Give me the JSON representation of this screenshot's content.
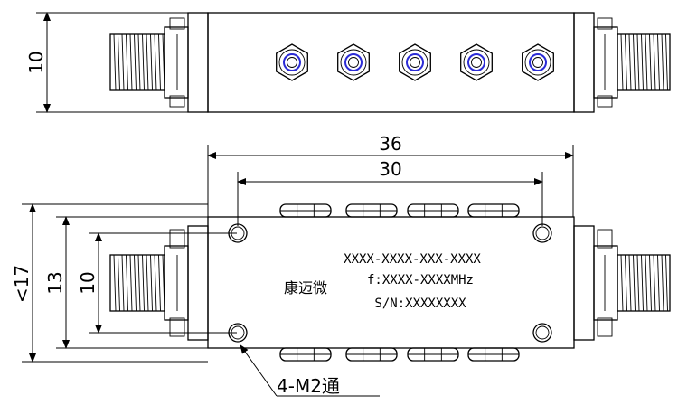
{
  "drawing": {
    "top_view": {
      "height_label": "10",
      "port_count": 5
    },
    "front_view": {
      "dim_overall_length": "36",
      "dim_hole_spacing_x": "30",
      "dim_overall_height": "<17",
      "dim_body_height": "13",
      "dim_hole_spacing_y": "10",
      "part_number": "XXXX-XXXX-XXX-XXXX",
      "frequency": "f:XXXX-XXXXMHz",
      "serial": "S/N:XXXXXXXX",
      "brand": "康迈微",
      "hole_callout": "4-M2通"
    }
  }
}
